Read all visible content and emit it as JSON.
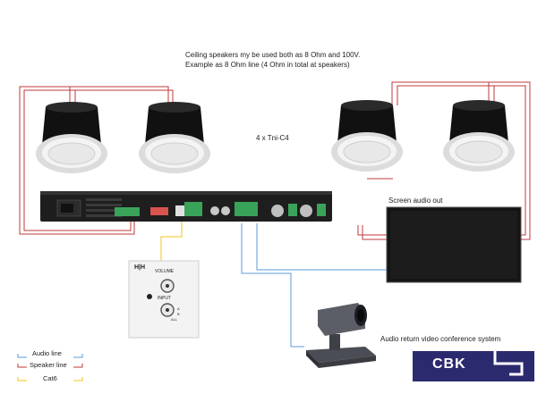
{
  "notes": {
    "line1": "Ceiling speakers my be used both as 8 Ohm and 100V.",
    "line2": "Example as 8 Ohm line (4 Ohm in total at speakers)"
  },
  "speaker_count_label": "4 x Tni-C4",
  "screen_label": "Screen audio out",
  "camera_label": "Audio return video conference system",
  "wallplate": {
    "brand": "H|H",
    "volume_label": "VOLUME",
    "input_label": "INPUT",
    "input_a": "A",
    "input_b": "B",
    "input_all": "ALL"
  },
  "legend": [
    {
      "label": "Audio line",
      "color": "#5b9bd5"
    },
    {
      "label": "Speaker line",
      "color": "#c0393b"
    },
    {
      "label": "Cat6",
      "color": "#f0c419"
    }
  ],
  "logo": {
    "text": "CBK",
    "background": "#2c2a6e",
    "accent": "#ffffff"
  },
  "colors": {
    "speaker": "#c0393b",
    "audio": "#5b9bd5",
    "cat6": "#f0c419"
  }
}
